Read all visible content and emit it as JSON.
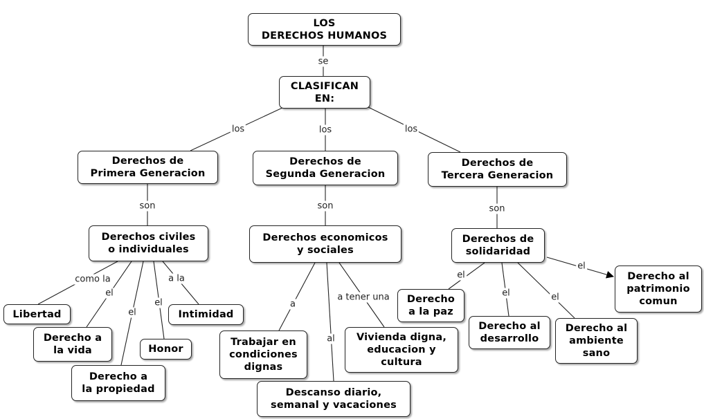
{
  "nodes": {
    "root": "LOS\nDERECHOS HUMANOS",
    "clasifican": "CLASIFICAN\nEN:",
    "primera": "Derechos de\nPrimera Generacion",
    "segunda": "Derechos de\nSegunda Generacion",
    "tercera": "Derechos de\nTercera Generacion",
    "civiles": "Derechos civiles\no individuales",
    "economicos": "Derechos economicos\ny sociales",
    "solidaridad": "Derechos de\nsolidaridad",
    "libertad": "Libertad",
    "vida": "Derecho a\nla vida",
    "propiedad": "Derecho a\nla propiedad",
    "honor": "Honor",
    "intimidad": "Intimidad",
    "trabajar": "Trabajar en\ncondiciones\ndignas",
    "descanso": "Descanso diario,\nsemanal y vacaciones",
    "vivienda": "Vivienda digna,\neducacion y\ncultura",
    "paz": "Derecho\na la paz",
    "desarrollo": "Derecho al\ndesarrollo",
    "ambiente": "Derecho al\nambiente\nsano",
    "patrimonio": "Derecho al\npatrimonio\ncomun"
  },
  "labels": {
    "se": "se",
    "los_1": "los",
    "los_2": "los",
    "los_3": "los",
    "son_1": "son",
    "son_2": "son",
    "son_3": "son",
    "como_la": "como la",
    "el_vida": "el",
    "el_propiedad": "el",
    "el_honor": "el",
    "a_la": "a la",
    "a_trabajar": "a",
    "al_descanso": "al",
    "a_tener_una": "a tener una",
    "el_paz": "el",
    "el_desarrollo": "el",
    "el_ambiente": "el",
    "el_patrimonio": "el"
  }
}
